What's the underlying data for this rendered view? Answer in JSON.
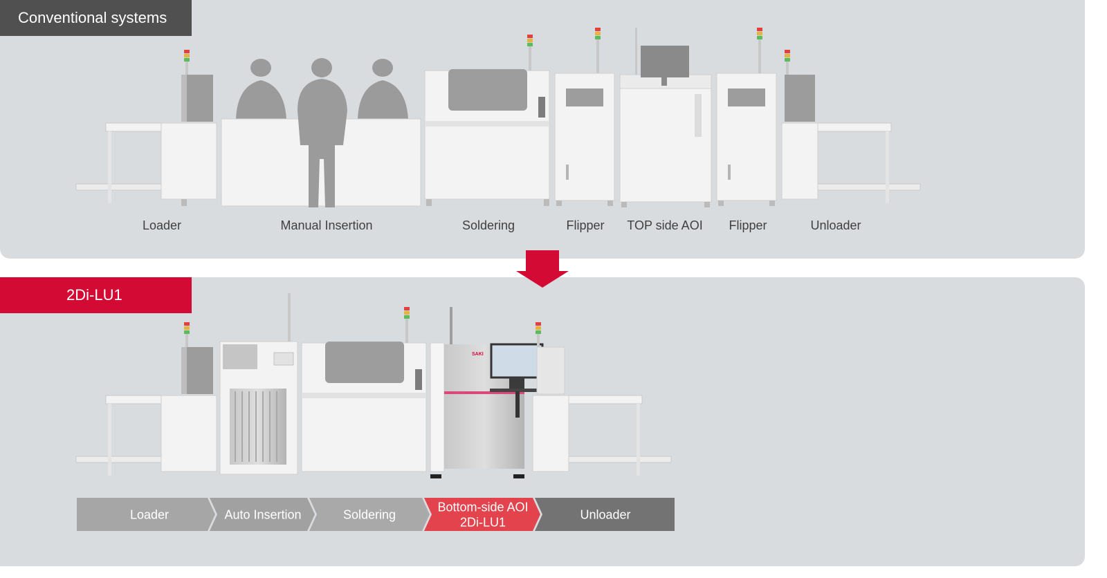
{
  "top_section": {
    "title": "Conventional systems",
    "stations": [
      "Loader",
      "Manual Insertion",
      "Soldering",
      "Flipper",
      "TOP side AOI",
      "Flipper",
      "Unloader"
    ]
  },
  "bottom_section": {
    "title": "2Di-LU1",
    "brand_mark": "SAKI",
    "steps": [
      {
        "label": "Loader"
      },
      {
        "label": "Auto Insertion"
      },
      {
        "label": "Soldering"
      },
      {
        "label": "Bottom-side AOI",
        "sublabel": "2Di-LU1"
      },
      {
        "label": "Unloader"
      }
    ]
  },
  "colors": {
    "panel_bg": "#d9dcdf",
    "dark_tag": "#505050",
    "accent_red": "#d20a34",
    "step_gray": "#a4a4a4",
    "step_highlight": "#e2434d",
    "step_dark": "#707070"
  }
}
